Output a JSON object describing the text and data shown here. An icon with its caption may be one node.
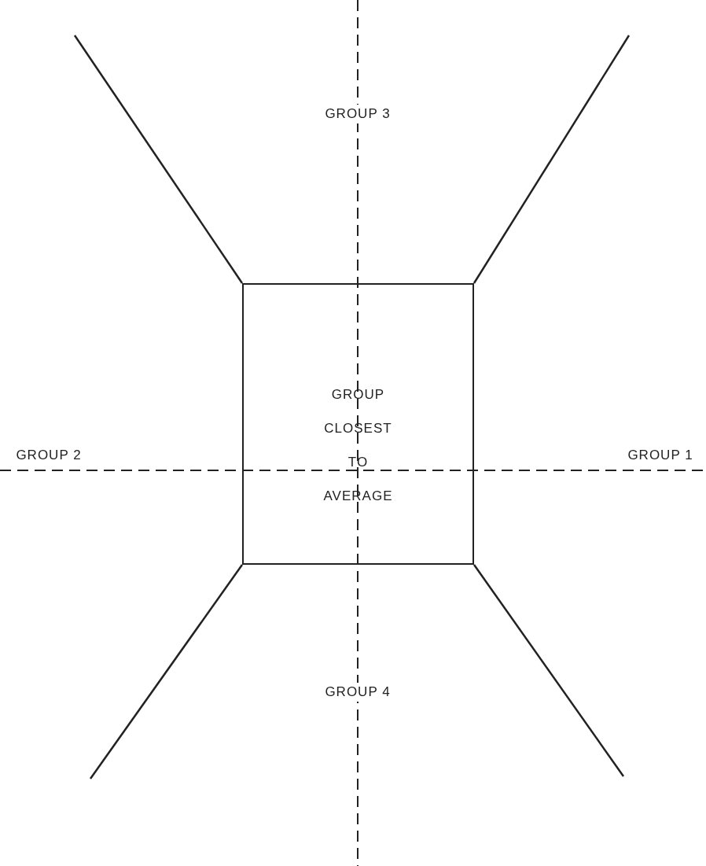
{
  "diagram": {
    "nodes": [
      {
        "text": [
          "GROUP CLOSEST TO AVERAGE"
        ]
      }
    ],
    "labels": [
      "GROUP 3",
      "GROUP 2",
      "GROUP 1",
      "GROUP 4"
    ]
  }
}
